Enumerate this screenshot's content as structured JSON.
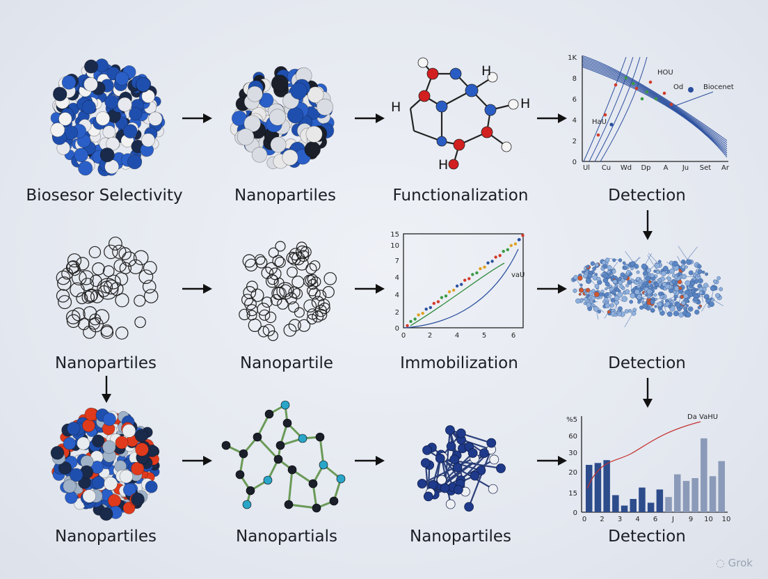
{
  "labels": {
    "r1c1": "Biosesor Selectivity",
    "r1c2": "Nanopartiles",
    "r1c3": "Functionalization",
    "r1c4": "Detection",
    "r2c1": "Nanopartiles",
    "r2c2": "Nanopartile",
    "r2c3": "Immobilization",
    "r2c4": "Detection",
    "r3c1": "Nanopartiles",
    "r3c2": "Nanopartials",
    "r3c3": "Nanopartiles",
    "r3c4": "Detection"
  },
  "molecule_atoms": {
    "h_top": "H",
    "h_left": "H",
    "h_right": "H",
    "h_bottom": "H"
  },
  "chart_data": [
    {
      "type": "line",
      "title": "",
      "yticks": [
        "1K",
        "8",
        "6",
        "4",
        "2",
        "0"
      ],
      "xticks": [
        "Ul",
        "Cu",
        "Wd",
        "Dp",
        "A",
        "Ju",
        "Set",
        "Ar"
      ],
      "annotations": [
        "HOU",
        "Od",
        "Biocenet",
        "HaU"
      ],
      "colors": {
        "line": "#2b4f9e",
        "dots": [
          "#d23a2a",
          "#3a9a44"
        ]
      }
    },
    {
      "type": "scatter",
      "title": "",
      "yticks": [
        "15",
        "10",
        "7",
        "4",
        "4",
        "2",
        "0"
      ],
      "xticks": [
        "0",
        "2",
        "4",
        "5",
        "6"
      ],
      "annotations": [
        "vaU"
      ],
      "series": [
        {
          "values": [
            [
              0.2,
              0.3
            ],
            [
              0.6,
              1.2
            ],
            [
              1.0,
              2.0
            ],
            [
              1.4,
              2.8
            ],
            [
              1.8,
              3.6
            ],
            [
              2.2,
              4.4
            ],
            [
              2.6,
              5.2
            ],
            [
              3.0,
              6.0
            ],
            [
              3.4,
              6.8
            ],
            [
              3.8,
              7.6
            ],
            [
              4.2,
              8.4
            ],
            [
              4.6,
              9.2
            ],
            [
              5.0,
              10.0
            ],
            [
              5.4,
              10.8
            ],
            [
              5.8,
              11.6
            ],
            [
              6.0,
              12.2
            ]
          ]
        }
      ],
      "colors": {
        "line": "#2b4f9e",
        "trend": "#2f8a3c"
      }
    },
    {
      "type": "bar",
      "title": "",
      "legend_text": "Da VaHU",
      "yticks": [
        "%5",
        "60",
        "30",
        "20",
        "15",
        "0"
      ],
      "xticks": [
        "0",
        "2",
        "3",
        "4",
        "6",
        "J",
        "9",
        "10",
        "10"
      ],
      "series": [
        {
          "values": [
            50,
            52,
            55,
            18,
            7,
            14,
            26,
            10,
            24,
            16,
            40,
            33,
            36,
            78,
            38,
            54
          ]
        }
      ],
      "ylim": [
        0,
        100
      ],
      "colors": {
        "bars_dark": "#2d4c8c",
        "bars_light": "#8a9ab8",
        "trend": "#c43030"
      }
    }
  ],
  "watermark": "Grok"
}
